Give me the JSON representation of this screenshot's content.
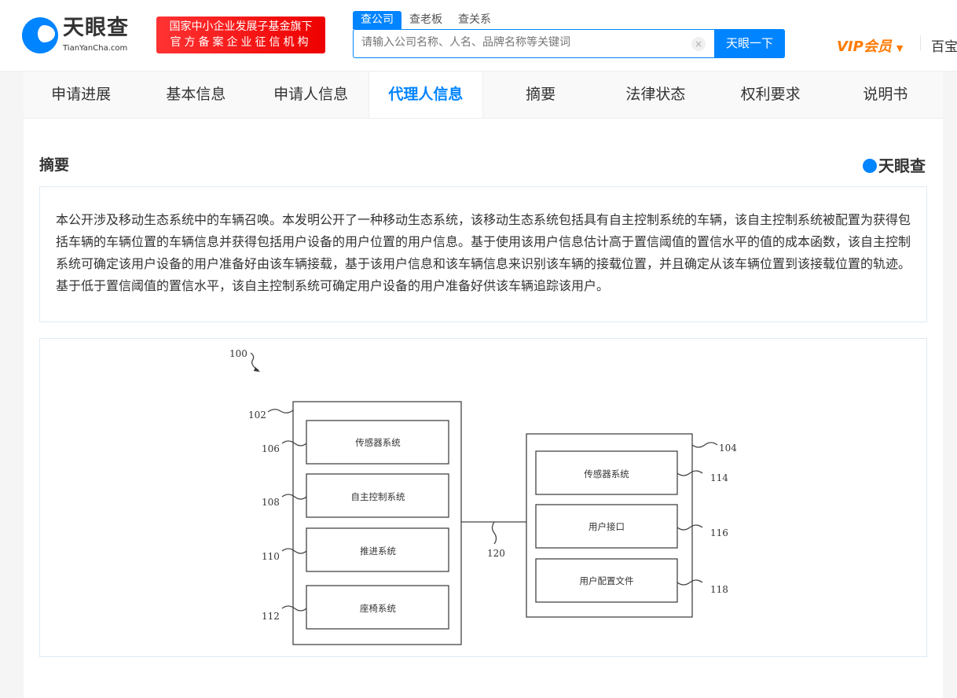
{
  "header": {
    "logo_name": "天眼查",
    "logo_url": "TianYanCha.com",
    "badge_line1": "国家中小企业发展子基金旗下",
    "badge_line2": "官方备案企业征信机构",
    "search_tabs": [
      "查公司",
      "查老板",
      "查关系"
    ],
    "search_placeholder": "请输入公司名称、人名、品牌名称等关键词",
    "search_button": "天眼一下",
    "clear_icon": "×",
    "vip": "VIP会员",
    "more": "百宝箱"
  },
  "tabs": [
    "申请进展",
    "基本信息",
    "申请人信息",
    "代理人信息",
    "摘要",
    "法律状态",
    "权利要求",
    "说明书"
  ],
  "active_tab": 3,
  "section": {
    "title": "摘要",
    "brand": "天眼查",
    "abstract": "本公开涉及移动生态系统中的车辆召唤。本发明公开了一种移动生态系统，该移动生态系统包括具有自主控制系统的车辆，该自主控制系统被配置为获得包括车辆的车辆位置的车辆信息并获得包括用户设备的用户位置的用户信息。基于使用该用户信息估计高于置信阈值的置信水平的值的成本函数，该自主控制系统可确定该用户设备的用户准备好由该车辆接载，基于该用户信息和该车辆信息来识别该车辆的接载位置，并且确定从该车辆位置到该接载位置的轨迹。基于低于置信阈值的置信水平，该自主控制系统可确定用户设备的用户准备好供该车辆追踪该用户。"
  },
  "figure": {
    "ref_system": "100",
    "ref_vehicle": "102",
    "ref_device": "104",
    "ref_link": "120",
    "vehicle_blocks": [
      {
        "ref": "106",
        "label": "传感器系统"
      },
      {
        "ref": "108",
        "label": "自主控制系统"
      },
      {
        "ref": "110",
        "label": "推进系统"
      },
      {
        "ref": "112",
        "label": "座椅系统"
      }
    ],
    "device_blocks": [
      {
        "ref": "114",
        "label": "传感器系统"
      },
      {
        "ref": "116",
        "label": "用户接口"
      },
      {
        "ref": "118",
        "label": "用户配置文件"
      }
    ]
  },
  "colors": {
    "accent": "#0084ff",
    "vip": "#ff7a00",
    "badge": "#ee1111"
  }
}
